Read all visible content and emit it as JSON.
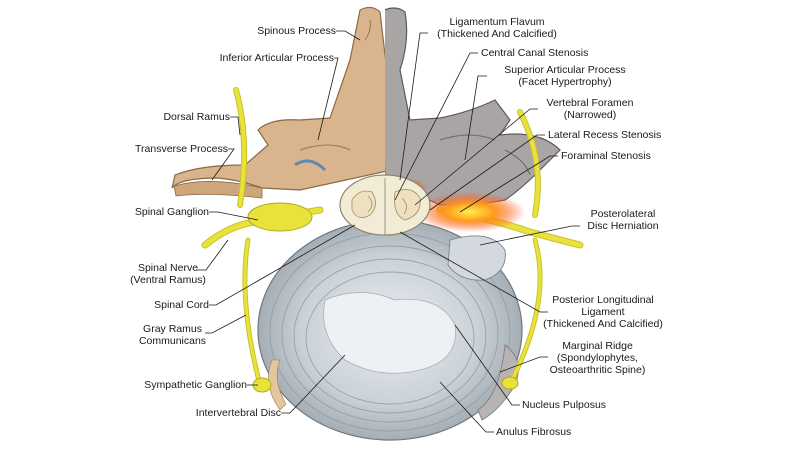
{
  "left_labels": {
    "spinous_process": "Spinous Process",
    "inferior_articular_process": "Inferior Articular Process",
    "dorsal_ramus": "Dorsal Ramus",
    "transverse_process": "Transverse Process",
    "spinal_ganglion": "Spinal Ganglion",
    "spinal_nerve": [
      "Spinal Nerve",
      "(Ventral Ramus)"
    ],
    "spinal_cord": "Spinal Cord",
    "gray_ramus": [
      "Gray Ramus",
      "Communicans"
    ],
    "sympathetic_ganglion": "Sympathetic Ganglion",
    "intervertebral_disc": "Intervertebral Disc"
  },
  "right_labels": {
    "ligamentum_flavum": [
      "Ligamentum Flavum",
      "(Thickened And Calcified)"
    ],
    "central_canal_stenosis": "Central Canal Stenosis",
    "superior_articular_process": [
      "Superior Articular Process",
      "(Facet Hypertrophy)"
    ],
    "vertebral_foramen": [
      "Vertebral Foramen",
      "(Narrowed)"
    ],
    "lateral_recess_stenosis": "Lateral Recess Stenosis",
    "foraminal_stenosis": "Foraminal Stenosis",
    "posterolateral_herniation": [
      "Posterolateral",
      "Disc Herniation"
    ],
    "posterior_longitudinal_ligament": [
      "Posterior Longitudinal",
      "Ligament",
      "(Thickened And Calcified)"
    ],
    "marginal_ridge": [
      "Marginal Ridge",
      "(Spondylophytes,",
      "Osteoarthritic Spine)"
    ],
    "nucleus_pulposus": "Nucleus Pulposus",
    "anulus_fibrosus": "Anulus Fibrosus"
  },
  "colors": {
    "healthy_bone": "#d9b48c",
    "degenerated_bone": "#a9a5a5",
    "nerve": "#e8e23a",
    "disc": "#c7ced4",
    "inflammation": "#f04a1a"
  }
}
